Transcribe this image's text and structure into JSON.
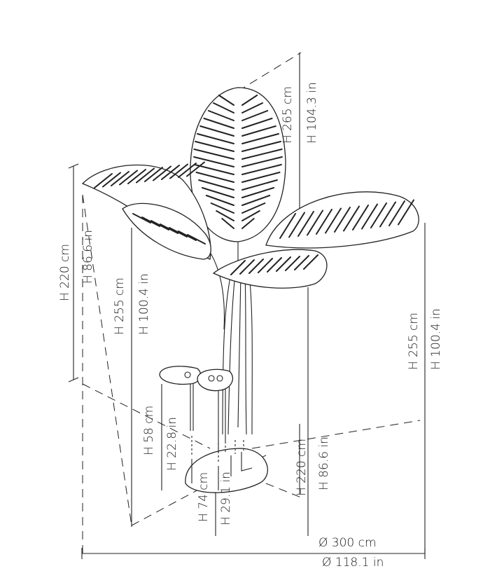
{
  "dimensions": {
    "total_height_cm": "H 265 cm",
    "total_height_in": "H 104.3 in",
    "left_leaf_height_cm": "H 220 cm",
    "left_leaf_height_in": "H 86.6 in",
    "left_stem_height_cm": "H 255 cm",
    "left_stem_height_in": "H 100.4 in",
    "right_leaf_height_cm": "H 255 cm",
    "right_leaf_height_in": "H 100.4 in",
    "small_leaf_height_cm": "H 58 cm",
    "small_leaf_height_in": "H 22.8 in",
    "mid_leaf_height_cm": "H 74 cm",
    "mid_leaf_height_in": "H 29.1 in",
    "front_leaf_height_cm": "H 220 cm",
    "front_leaf_height_in": "H 86.6 in",
    "diameter_cm": "Ø 300 cm",
    "diameter_in": "Ø 118.1 in"
  }
}
